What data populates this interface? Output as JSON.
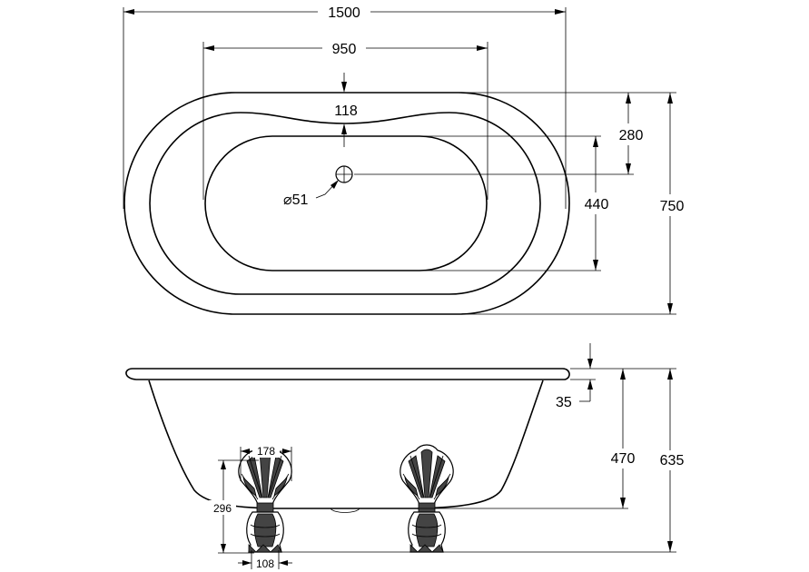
{
  "dimensions": {
    "overall_length": "1500",
    "inner_length": "950",
    "tip_offset": "118",
    "waste_offset": "280",
    "waste_diameter": "⌀51",
    "inner_width": "440",
    "overall_width": "750",
    "rim_height": "35",
    "bath_depth": "470",
    "overall_height": "635",
    "foot_width": "178",
    "foot_height": "296",
    "foot_base": "108"
  }
}
